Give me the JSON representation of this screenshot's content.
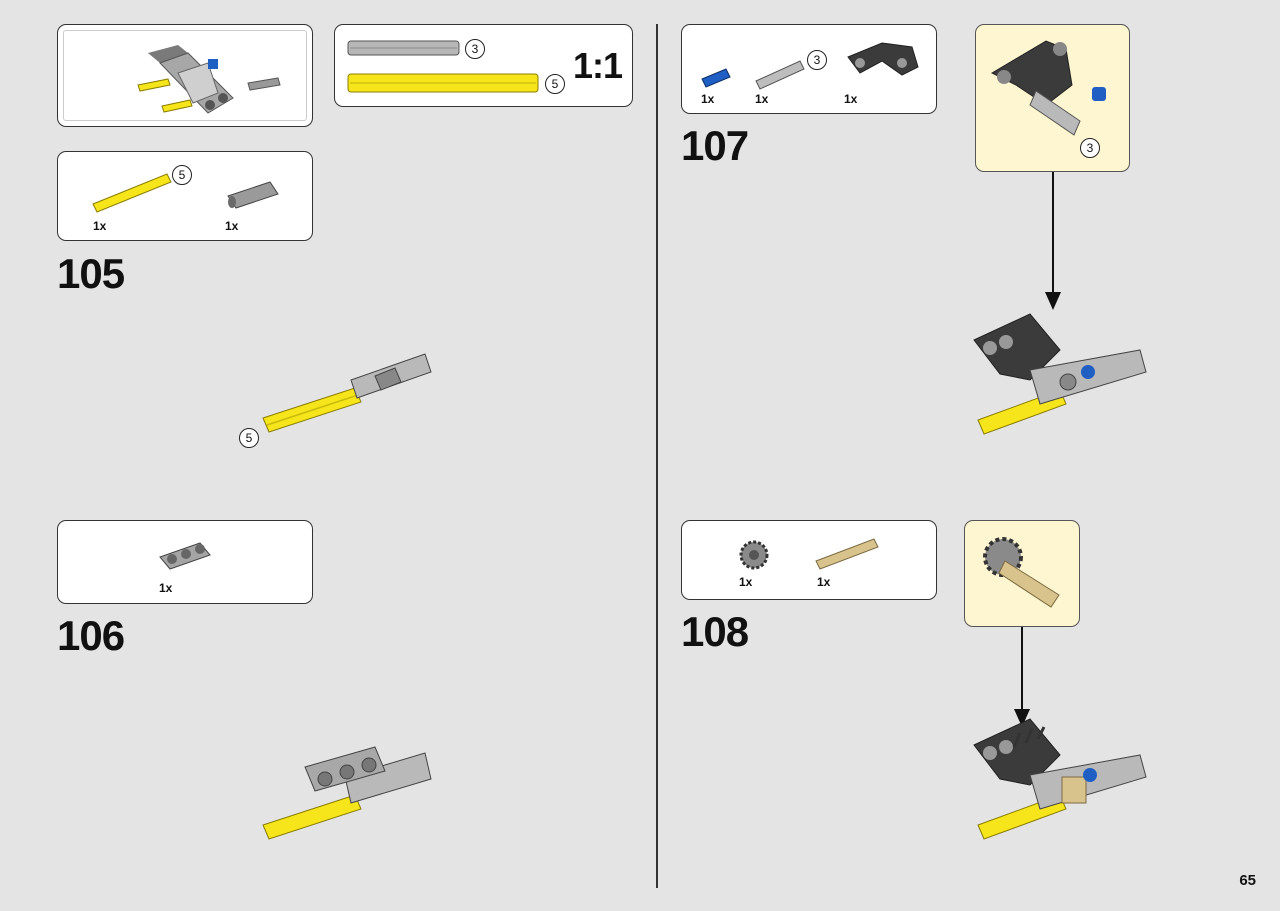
{
  "page": {
    "number": "65"
  },
  "ruler": {
    "scale": "1:1",
    "gray_axle_length": "3",
    "yellow_axle_length": "5"
  },
  "steps": [
    {
      "number": "105",
      "parts": [
        {
          "qty": "1x",
          "icon": "yellow-axle-5-icon",
          "length": "5"
        },
        {
          "qty": "1x",
          "icon": "axle-connector-icon"
        }
      ],
      "callout": "5"
    },
    {
      "number": "106",
      "parts": [
        {
          "qty": "1x",
          "icon": "beam-3-hole-icon"
        }
      ]
    },
    {
      "number": "107",
      "parts": [
        {
          "qty": "1x",
          "icon": "blue-pin-icon"
        },
        {
          "qty": "1x",
          "icon": "gray-axle-3-icon",
          "length": "3"
        },
        {
          "qty": "1x",
          "icon": "bent-liftarm-icon"
        }
      ],
      "callout": "3"
    },
    {
      "number": "108",
      "parts": [
        {
          "qty": "1x",
          "icon": "gear-12-tooth-icon"
        },
        {
          "qty": "1x",
          "icon": "tan-axle-icon"
        }
      ]
    }
  ],
  "colors": {
    "yellow": "#f5e51a",
    "gray": "#a8a8a8",
    "dark": "#3b3b3b",
    "blue": "#1f5fc4",
    "tan": "#d9c38d",
    "callout_bg": "#fdf6d0"
  }
}
